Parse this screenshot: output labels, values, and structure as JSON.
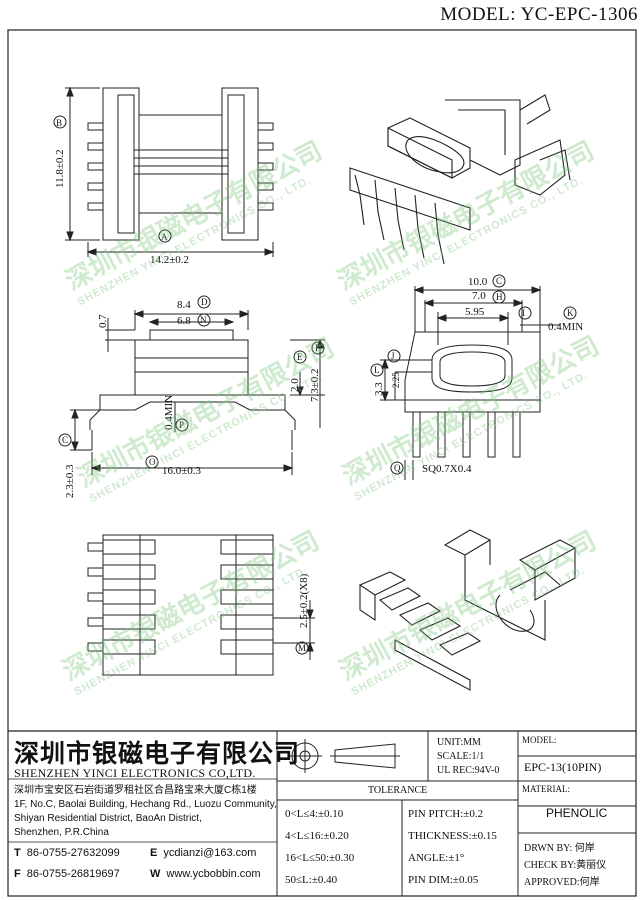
{
  "model_header": "MODEL: YC-EPC-1306",
  "views": {
    "top": {
      "height_dim": "11.8±0.2",
      "width_dim": "14.2±0.2",
      "label_a": "A",
      "label_b": "B"
    },
    "front": {
      "dim_84": "8.4",
      "dim_68": "6.8",
      "dim_07": "0.7",
      "dim_20": "2.0",
      "dim_73": "7.3±0.2",
      "dim_04min": "0.4MIN",
      "dim_23": "2.3±0.3",
      "dim_160": "16.0±0.3",
      "label_d": "D",
      "label_n": "N",
      "label_e": "E",
      "label_f": "F",
      "label_p": "P",
      "label_c": "C",
      "label_o": "O"
    },
    "side": {
      "dim_100": "10.0",
      "dim_70": "7.0",
      "dim_595": "5.95",
      "dim_04min": "0.4MIN",
      "dim_33": "3.3",
      "dim_225": "2.25",
      "dim_pin": "SQ0.7X0.4",
      "label_c": "C",
      "label_h": "H",
      "label_i": "I",
      "label_k": "K",
      "label_l": "L",
      "label_j": "J",
      "label_q": "Q"
    },
    "bottom": {
      "pitch_dim": "2.5±0.2(X8)",
      "label_m": "M"
    }
  },
  "watermark": {
    "cn": "深圳市银磁电子有限公司",
    "en": "SHENZHEN YINCI ELECTRONICS CO., LTD."
  },
  "title_block": {
    "company_cn": "深圳市银磁电子有限公司",
    "company_en": "SHENZHEN YINCI ELECTRONICS CO,LTD.",
    "address_lines": [
      "深圳市宝安区石岩街道罗租社区合昌路宝来大厦C栋1楼",
      "1F, No.C, Baolai Building, Hechang Rd., Luozu Community,",
      "Shiyan Residential District, BaoAn District,",
      "Shenzhen, P.R.China"
    ],
    "tel_label": "T",
    "tel": "86-0755-27632099",
    "fax_label": "F",
    "fax": "86-0755-26819697",
    "email_label": "E",
    "email": "ycdianzi@163.com",
    "web_label": "W",
    "web": "www.ycbobbin.com",
    "unit": "UNIT:MM",
    "scale": "SCALE:1/1",
    "ul": "UL REC:94V-0",
    "model_label": "MODEL:",
    "model_value": "EPC-13(10PIN)",
    "material_label": "MATERIAL:",
    "material_value": "PHENOLIC",
    "tolerance_title": "TOLERANCE",
    "tolerance_rows": [
      "0<L≤4:±0.10",
      "4<L≤16:±0.20",
      "16<L≤50:±0.30",
      "50≤L:±0.40"
    ],
    "pin_tolerances": [
      "PIN PITCH:±0.2",
      "THICKNESS:±0.15",
      "ANGLE:±1°",
      "PIN DIM:±0.05"
    ],
    "drwn": "DRWN BY: 何岸",
    "check": "CHECK BY:黄丽仪",
    "approved": "APPROVED:何岸"
  }
}
